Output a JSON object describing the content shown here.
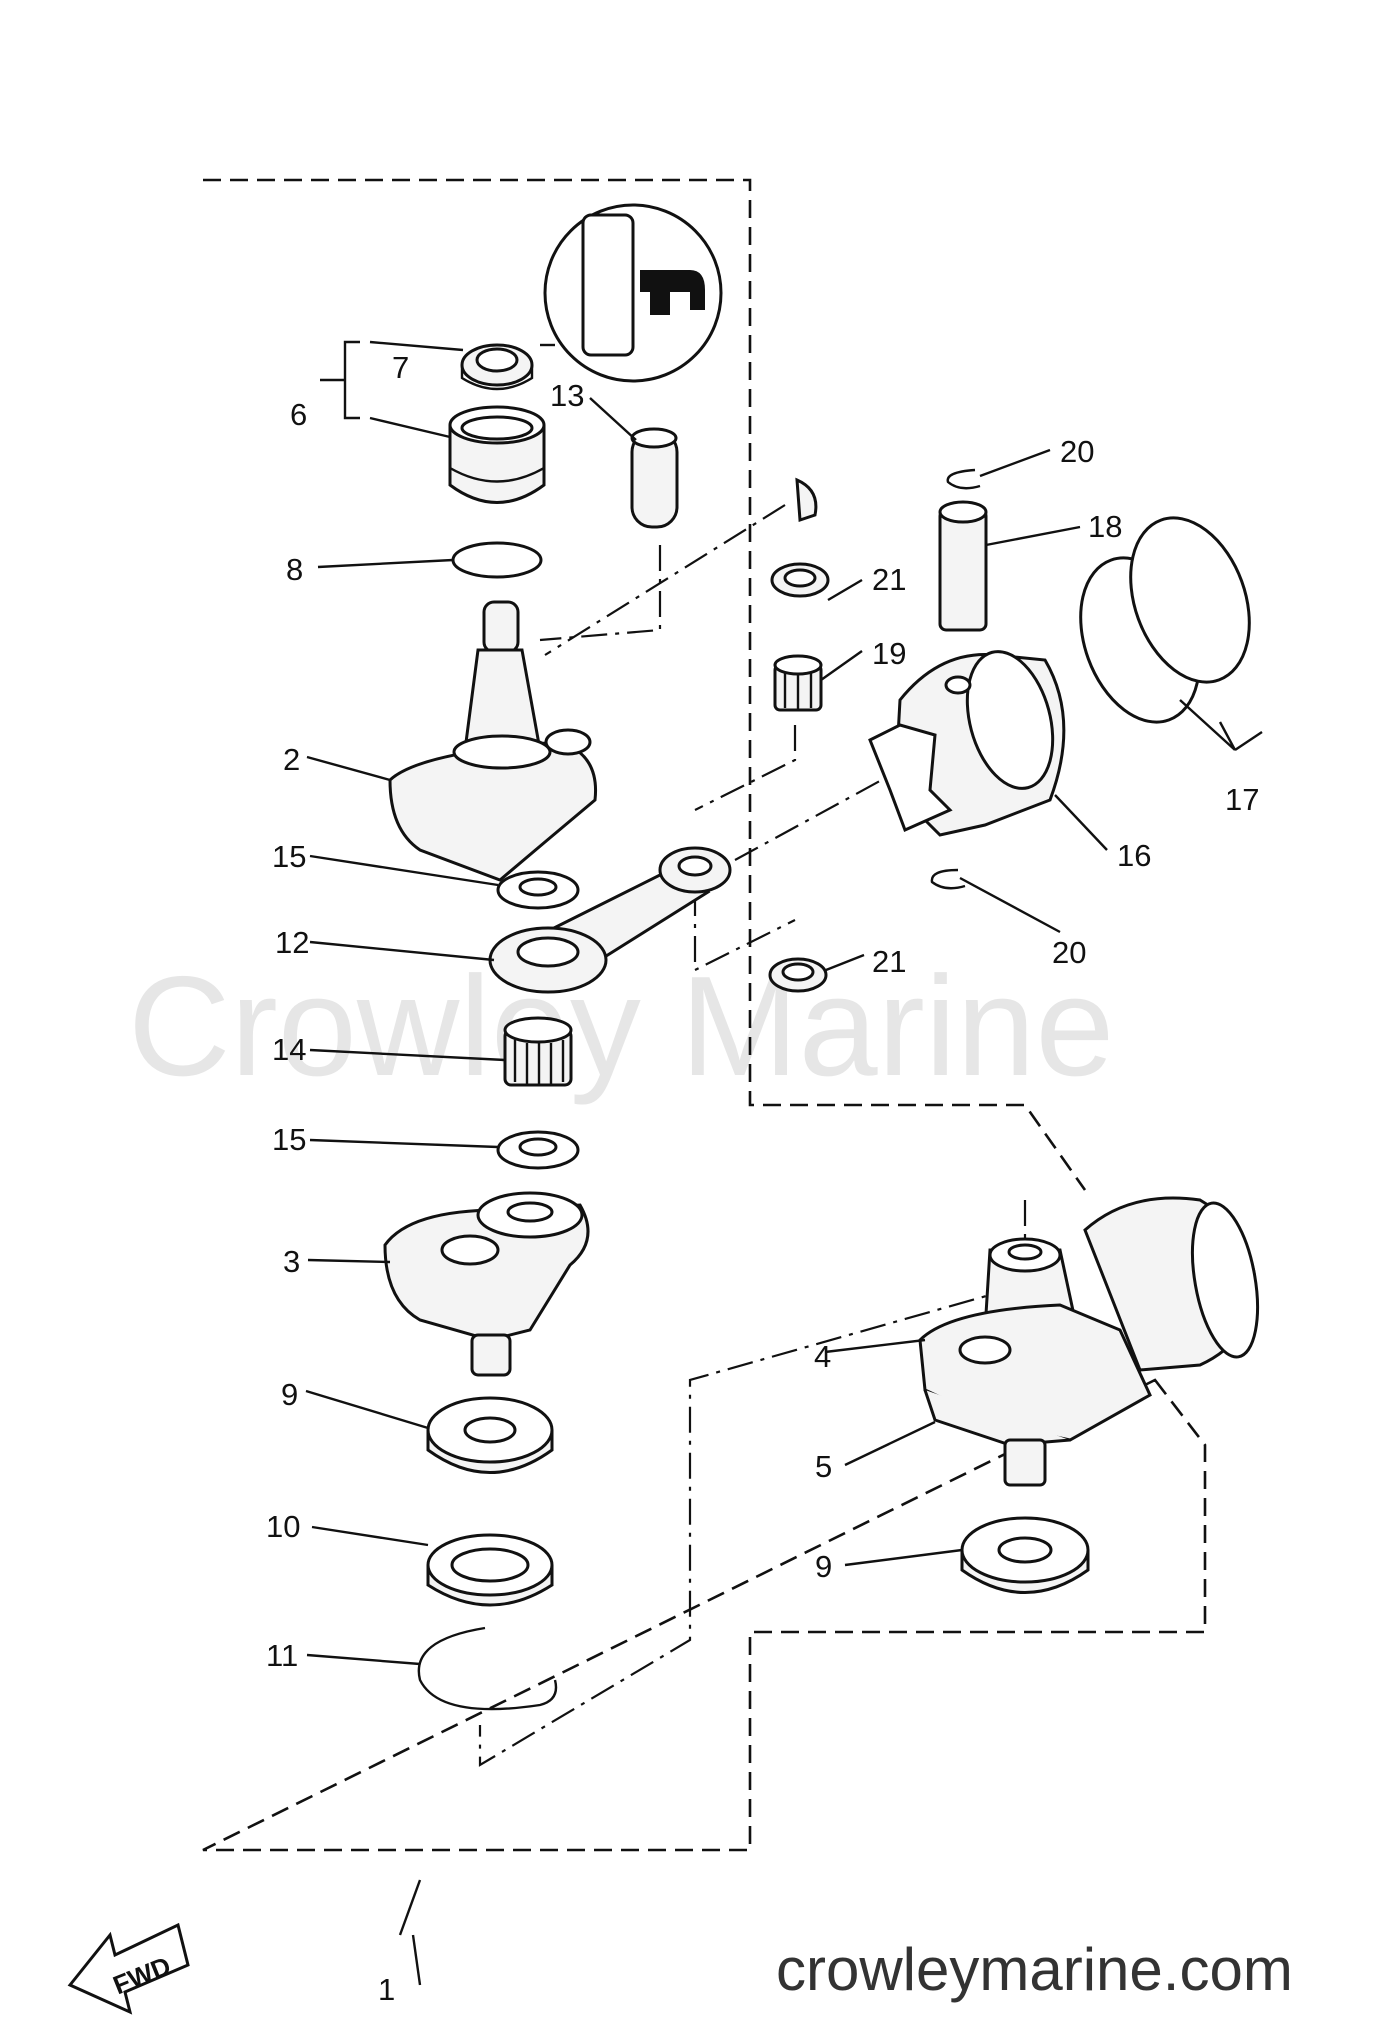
{
  "diagram": {
    "callouts": [
      {
        "id": "c1",
        "text": "1"
      },
      {
        "id": "c2",
        "text": "2"
      },
      {
        "id": "c3",
        "text": "3"
      },
      {
        "id": "c4",
        "text": "4"
      },
      {
        "id": "c5",
        "text": "5"
      },
      {
        "id": "c6",
        "text": "6"
      },
      {
        "id": "c7",
        "text": "7"
      },
      {
        "id": "c8",
        "text": "8"
      },
      {
        "id": "c9a",
        "text": "9"
      },
      {
        "id": "c9b",
        "text": "9"
      },
      {
        "id": "c10",
        "text": "10"
      },
      {
        "id": "c11",
        "text": "11"
      },
      {
        "id": "c12",
        "text": "12"
      },
      {
        "id": "c13",
        "text": "13"
      },
      {
        "id": "c14",
        "text": "14"
      },
      {
        "id": "c15a",
        "text": "15"
      },
      {
        "id": "c15b",
        "text": "15"
      },
      {
        "id": "c16",
        "text": "16"
      },
      {
        "id": "c17",
        "text": "17"
      },
      {
        "id": "c18",
        "text": "18"
      },
      {
        "id": "c19",
        "text": "19"
      },
      {
        "id": "c20a",
        "text": "20"
      },
      {
        "id": "c20b",
        "text": "20"
      },
      {
        "id": "c21a",
        "text": "21"
      },
      {
        "id": "c21b",
        "text": "21"
      }
    ],
    "fwd_label": "FWD"
  },
  "watermark": "Crowley Marine",
  "site_url": "crowleymarine.com"
}
